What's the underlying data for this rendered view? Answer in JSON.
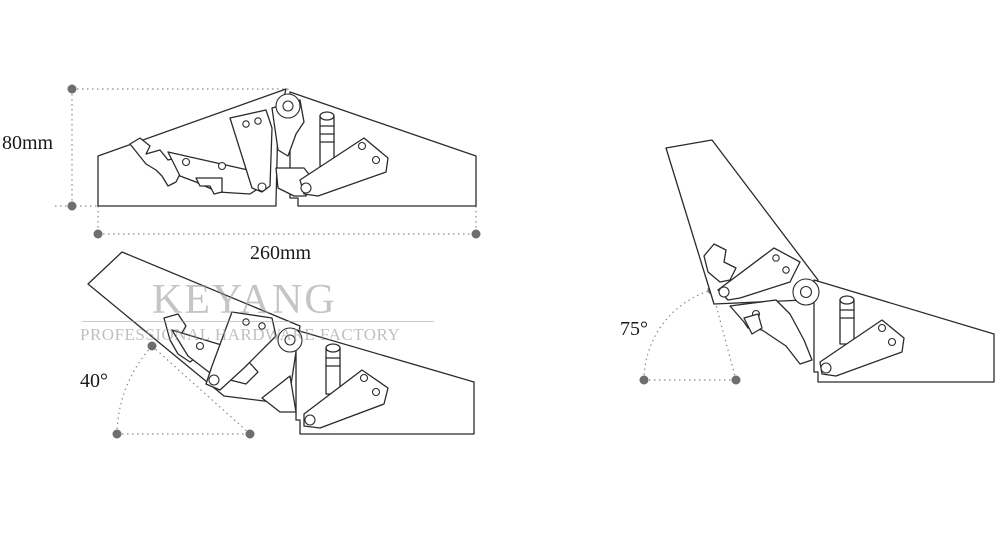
{
  "dimensions": {
    "height": "80mm",
    "width": "260mm"
  },
  "angles": {
    "half_open": "40°",
    "full_open": "75°"
  },
  "watermark": {
    "brand": "KEYANG",
    "tagline": "PROFESSIONAL HARDWARE FACTORY"
  },
  "colors": {
    "line": "#2b2b2b",
    "dimension_dots": "#6e6e6e",
    "watermark": "#969696"
  }
}
